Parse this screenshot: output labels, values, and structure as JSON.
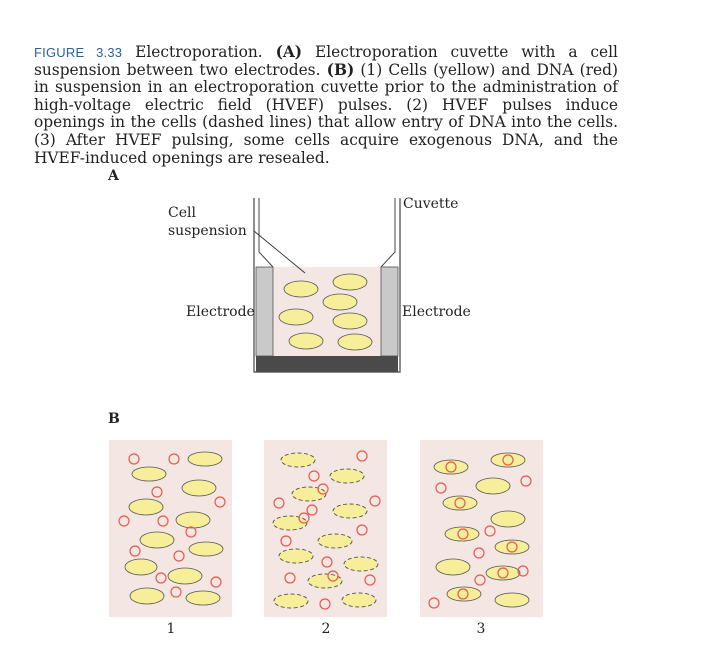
{
  "caption": {
    "figure_label": "FIGURE 3.33",
    "title": "Electroporation.",
    "part_a_label": "(A)",
    "part_a_text": "Electroporation cuvette with a cell suspension between two electrodes.",
    "part_b_label": "(B)",
    "part_b_text": "(1) Cells (yellow) and DNA (red) in suspension in an electroporation cuvette prior to the administration of high-voltage electric field (HVEF) pulses. (2) HVEF pulses induce openings in the cells (dashed lines) that allow entry of DNA into the cells. (3) After HVEF pulsing, some cells acquire exogenous DNA, and the HVEF-induced openings are resealed."
  },
  "panel_a": {
    "label": "A",
    "cell_suspension_label_line1": "Cell",
    "cell_suspension_label_line2": "suspension",
    "cuvette_label": "Cuvette",
    "electrode_left_label": "Electrode",
    "electrode_right_label": "Electrode"
  },
  "panel_b": {
    "label": "B",
    "box_labels": [
      "1",
      "2",
      "3"
    ]
  },
  "colors": {
    "cell_fill": "#f7ee9a",
    "dna_stroke": "#e85a4f",
    "suspension_bg": "#f3e6e3",
    "electrode_fill": "#c9c9c9",
    "base_fill": "#4a4a4a",
    "caption_label": "#2d5fa0"
  }
}
